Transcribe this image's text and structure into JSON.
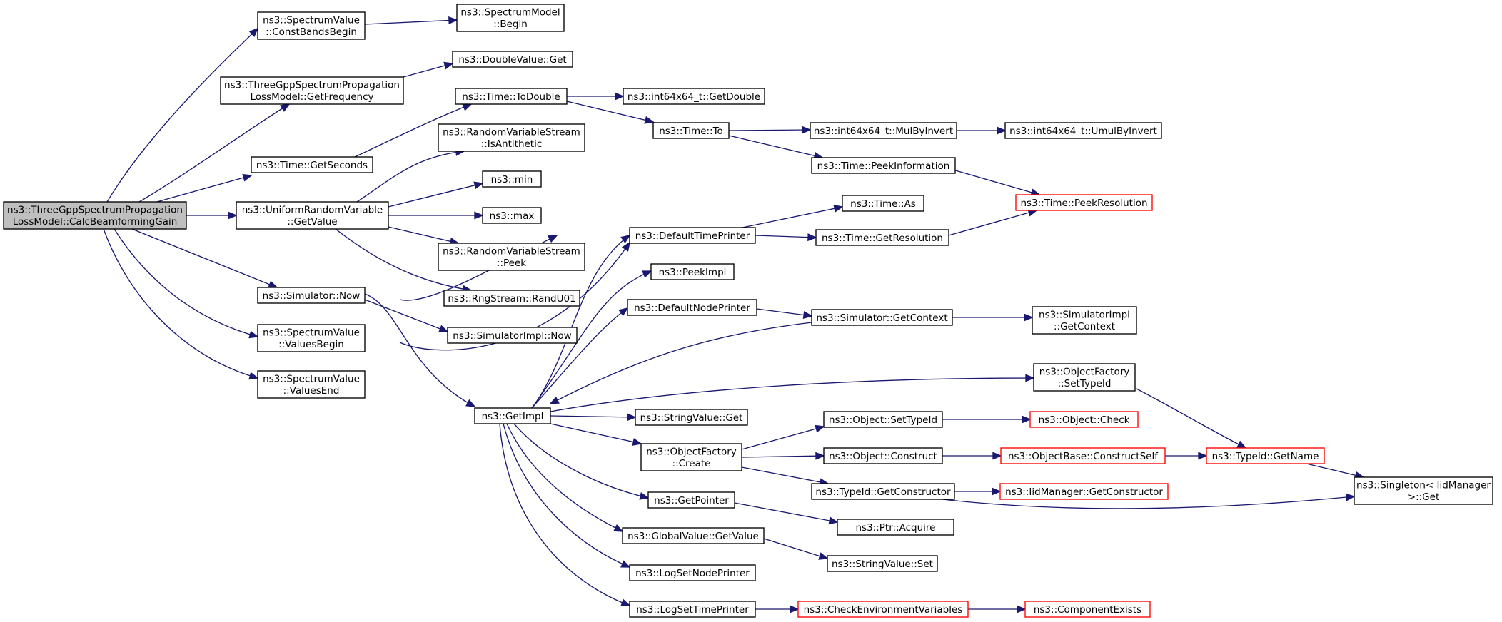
{
  "nodes": {
    "root": [
      "ns3::ThreeGppSpectrumPropagation",
      "LossModel::CalcBeamformingGain"
    ],
    "cbb": [
      "ns3::SpectrumValue",
      "::ConstBandsBegin"
    ],
    "smb": [
      "ns3::SpectrumModel",
      "::Begin"
    ],
    "dvg": [
      "ns3::DoubleValue::Get"
    ],
    "gfq": [
      "ns3::ThreeGppSpectrumPropagation",
      "LossModel::GetFrequency"
    ],
    "ttd": [
      "ns3::Time::ToDouble"
    ],
    "i64gd": [
      "ns3::int64x64_t::GetDouble"
    ],
    "ttt": [
      "ns3::Time::To"
    ],
    "mbi": [
      "ns3::int64x64_t::MulByInvert"
    ],
    "umbi": [
      "ns3::int64x64_t::UmulByInvert"
    ],
    "rvsia": [
      "ns3::RandomVariableStream",
      "::IsAntithetic"
    ],
    "tgs": [
      "ns3::Time::GetSeconds"
    ],
    "tpi": [
      "ns3::Time::PeekInformation"
    ],
    "tpr": [
      "ns3::Time::PeekResolution"
    ],
    "min": [
      "ns3::min"
    ],
    "urv": [
      "ns3::UniformRandomVariable",
      "::GetValue"
    ],
    "ta": [
      "ns3::Time::As"
    ],
    "max": [
      "ns3::max"
    ],
    "dtp": [
      "ns3::DefaultTimePrinter"
    ],
    "tgr": [
      "ns3::Time::GetResolution"
    ],
    "rvsp": [
      "ns3::RandomVariableStream",
      "::Peek"
    ],
    "pim": [
      "ns3::PeekImpl"
    ],
    "rsr": [
      "ns3::RngStream::RandU01"
    ],
    "sn": [
      "ns3::Simulator::Now"
    ],
    "dnp": [
      "ns3::DefaultNodePrinter"
    ],
    "sgc": [
      "ns3::Simulator::GetContext"
    ],
    "sigc": [
      "ns3::SimulatorImpl",
      "::GetContext"
    ],
    "sin": [
      "ns3::SimulatorImpl::Now"
    ],
    "svvb": [
      "ns3::SpectrumValue",
      "::ValuesBegin"
    ],
    "ofst": [
      "ns3::ObjectFactory",
      "::SetTypeId"
    ],
    "svve": [
      "ns3::SpectrumValue",
      "::ValuesEnd"
    ],
    "gi": [
      "ns3::GetImpl"
    ],
    "svg": [
      "ns3::StringValue::Get"
    ],
    "ost": [
      "ns3::Object::SetTypeId"
    ],
    "oc": [
      "ns3::Object::Check"
    ],
    "ofc": [
      "ns3::ObjectFactory",
      "::Create"
    ],
    "oco": [
      "ns3::Object::Construct"
    ],
    "obcs": [
      "ns3::ObjectBase::ConstructSelf"
    ],
    "tgn": [
      "ns3::TypeId::GetName"
    ],
    "tgc": [
      "ns3::TypeId::GetConstructor"
    ],
    "imgc": [
      "ns3::IidManager::GetConstructor"
    ],
    "sig": [
      "ns3::Singleton< IidManager",
      ">::Get"
    ],
    "gp": [
      "ns3::GetPointer"
    ],
    "pa": [
      "ns3::Ptr::Acquire"
    ],
    "gvgv": [
      "ns3::GlobalValue::GetValue"
    ],
    "svs": [
      "ns3::StringValue::Set"
    ],
    "lsnp": [
      "ns3::LogSetNodePrinter"
    ],
    "lstp": [
      "ns3::LogSetTimePrinter"
    ],
    "cev": [
      "ns3::CheckEnvironmentVariables"
    ],
    "ce": [
      "ns3::ComponentExists"
    ]
  }
}
